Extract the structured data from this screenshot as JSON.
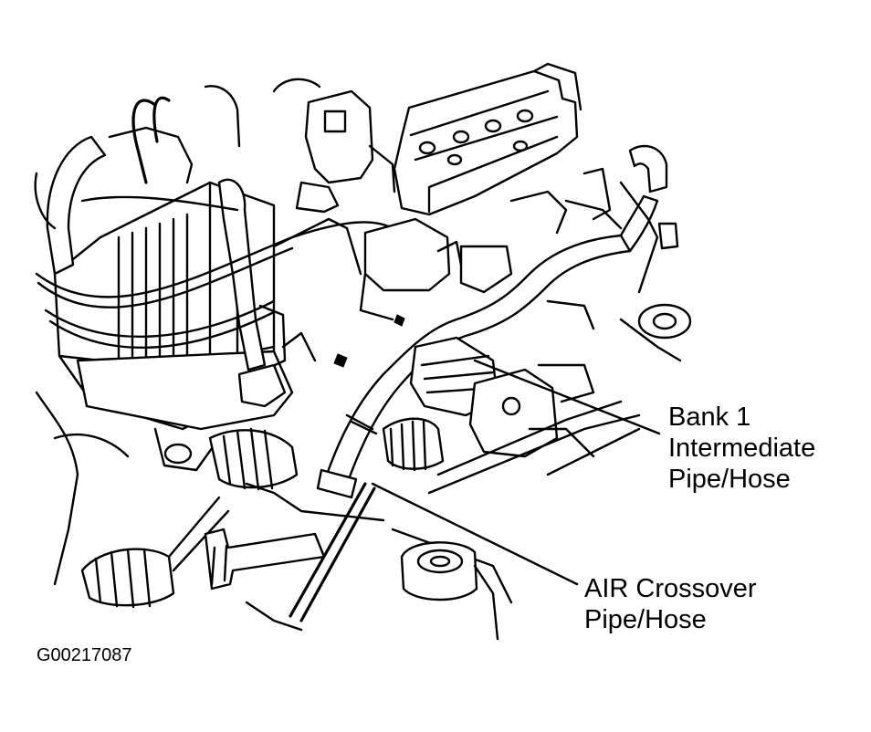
{
  "callouts": {
    "bank1": [
      "Bank 1",
      "Intermediate",
      "Pipe/Hose"
    ],
    "air_crossover": [
      "AIR Crossover",
      "Pipe/Hose"
    ]
  },
  "figure_id": "G00217087"
}
